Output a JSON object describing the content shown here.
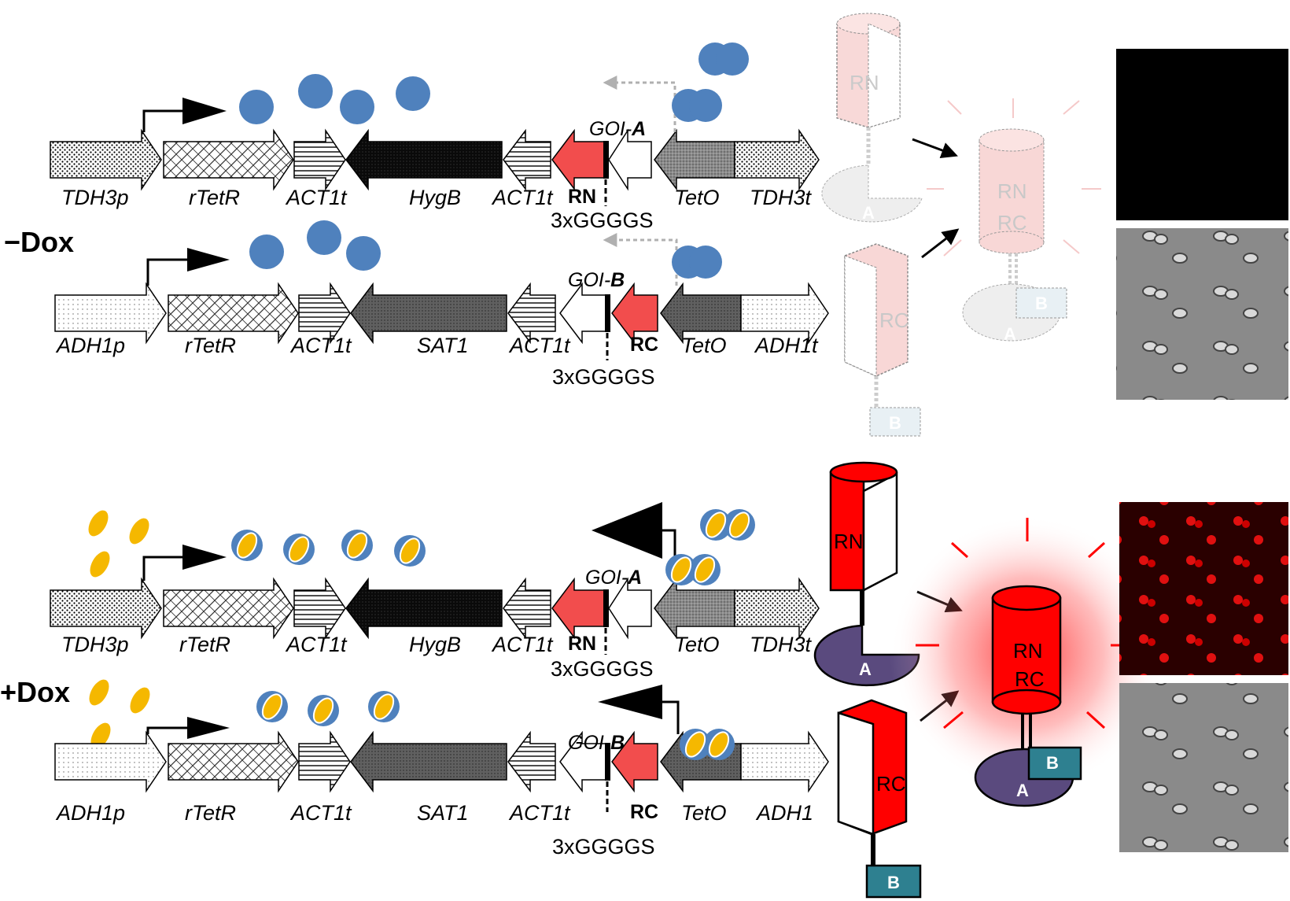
{
  "panels": {
    "minus_dox": {
      "condition": "−Dox",
      "construct_a": {
        "parts": [
          "TDH3p",
          "rTetR",
          "ACT1t",
          "HygB",
          "ACT1t",
          "RN",
          "TetO",
          "TDH3t"
        ],
        "goi_prefix": "GOI-",
        "goi_suffix": "A",
        "linker": "3xGGGGS"
      },
      "construct_b": {
        "parts": [
          "ADH1p",
          "rTetR",
          "ACT1t",
          "SAT1",
          "ACT1t",
          "RC",
          "TetO",
          "ADH1t"
        ],
        "goi_prefix": "GOI-",
        "goi_suffix": "B",
        "linker": "3xGGGGS"
      },
      "protein": {
        "rn": "RN",
        "rc": "RC",
        "domain_a": "A",
        "domain_b": "B"
      },
      "complex": {
        "line1": "RN",
        "line2": "RC",
        "domain_a": "A",
        "domain_b": "B"
      }
    },
    "plus_dox": {
      "condition": "+Dox",
      "construct_a": {
        "parts": [
          "TDH3p",
          "rTetR",
          "ACT1t",
          "HygB",
          "ACT1t",
          "RN",
          "TetO",
          "TDH3t"
        ],
        "goi_prefix": "GOI-",
        "goi_suffix": "A",
        "linker": "3xGGGGS"
      },
      "construct_b": {
        "parts": [
          "ADH1p",
          "rTetR",
          "ACT1t",
          "SAT1",
          "ACT1t",
          "RC",
          "TetO",
          "ADH1"
        ],
        "goi_prefix": "GOI-",
        "goi_suffix": "B",
        "linker": "3xGGGGS"
      },
      "protein": {
        "rn": "RN",
        "rc": "RC",
        "domain_a": "A",
        "domain_b": "B"
      },
      "complex": {
        "line1": "RN",
        "line2": "RC",
        "domain_a": "A",
        "domain_b": "B"
      }
    }
  },
  "colors": {
    "rtetr_dimer": "#4f81bd",
    "doxycycline": "#f5b800",
    "split_rfp_on": "#ff0000",
    "split_rfp_off": "#f8d7d6",
    "domain_a_on": "#5a4a7e",
    "domain_b_on": "#2e8090",
    "fluor_off_bg": "#000000",
    "fluor_on_bg": "#3a0000",
    "brightfield_bg": "#8c8c8c"
  }
}
